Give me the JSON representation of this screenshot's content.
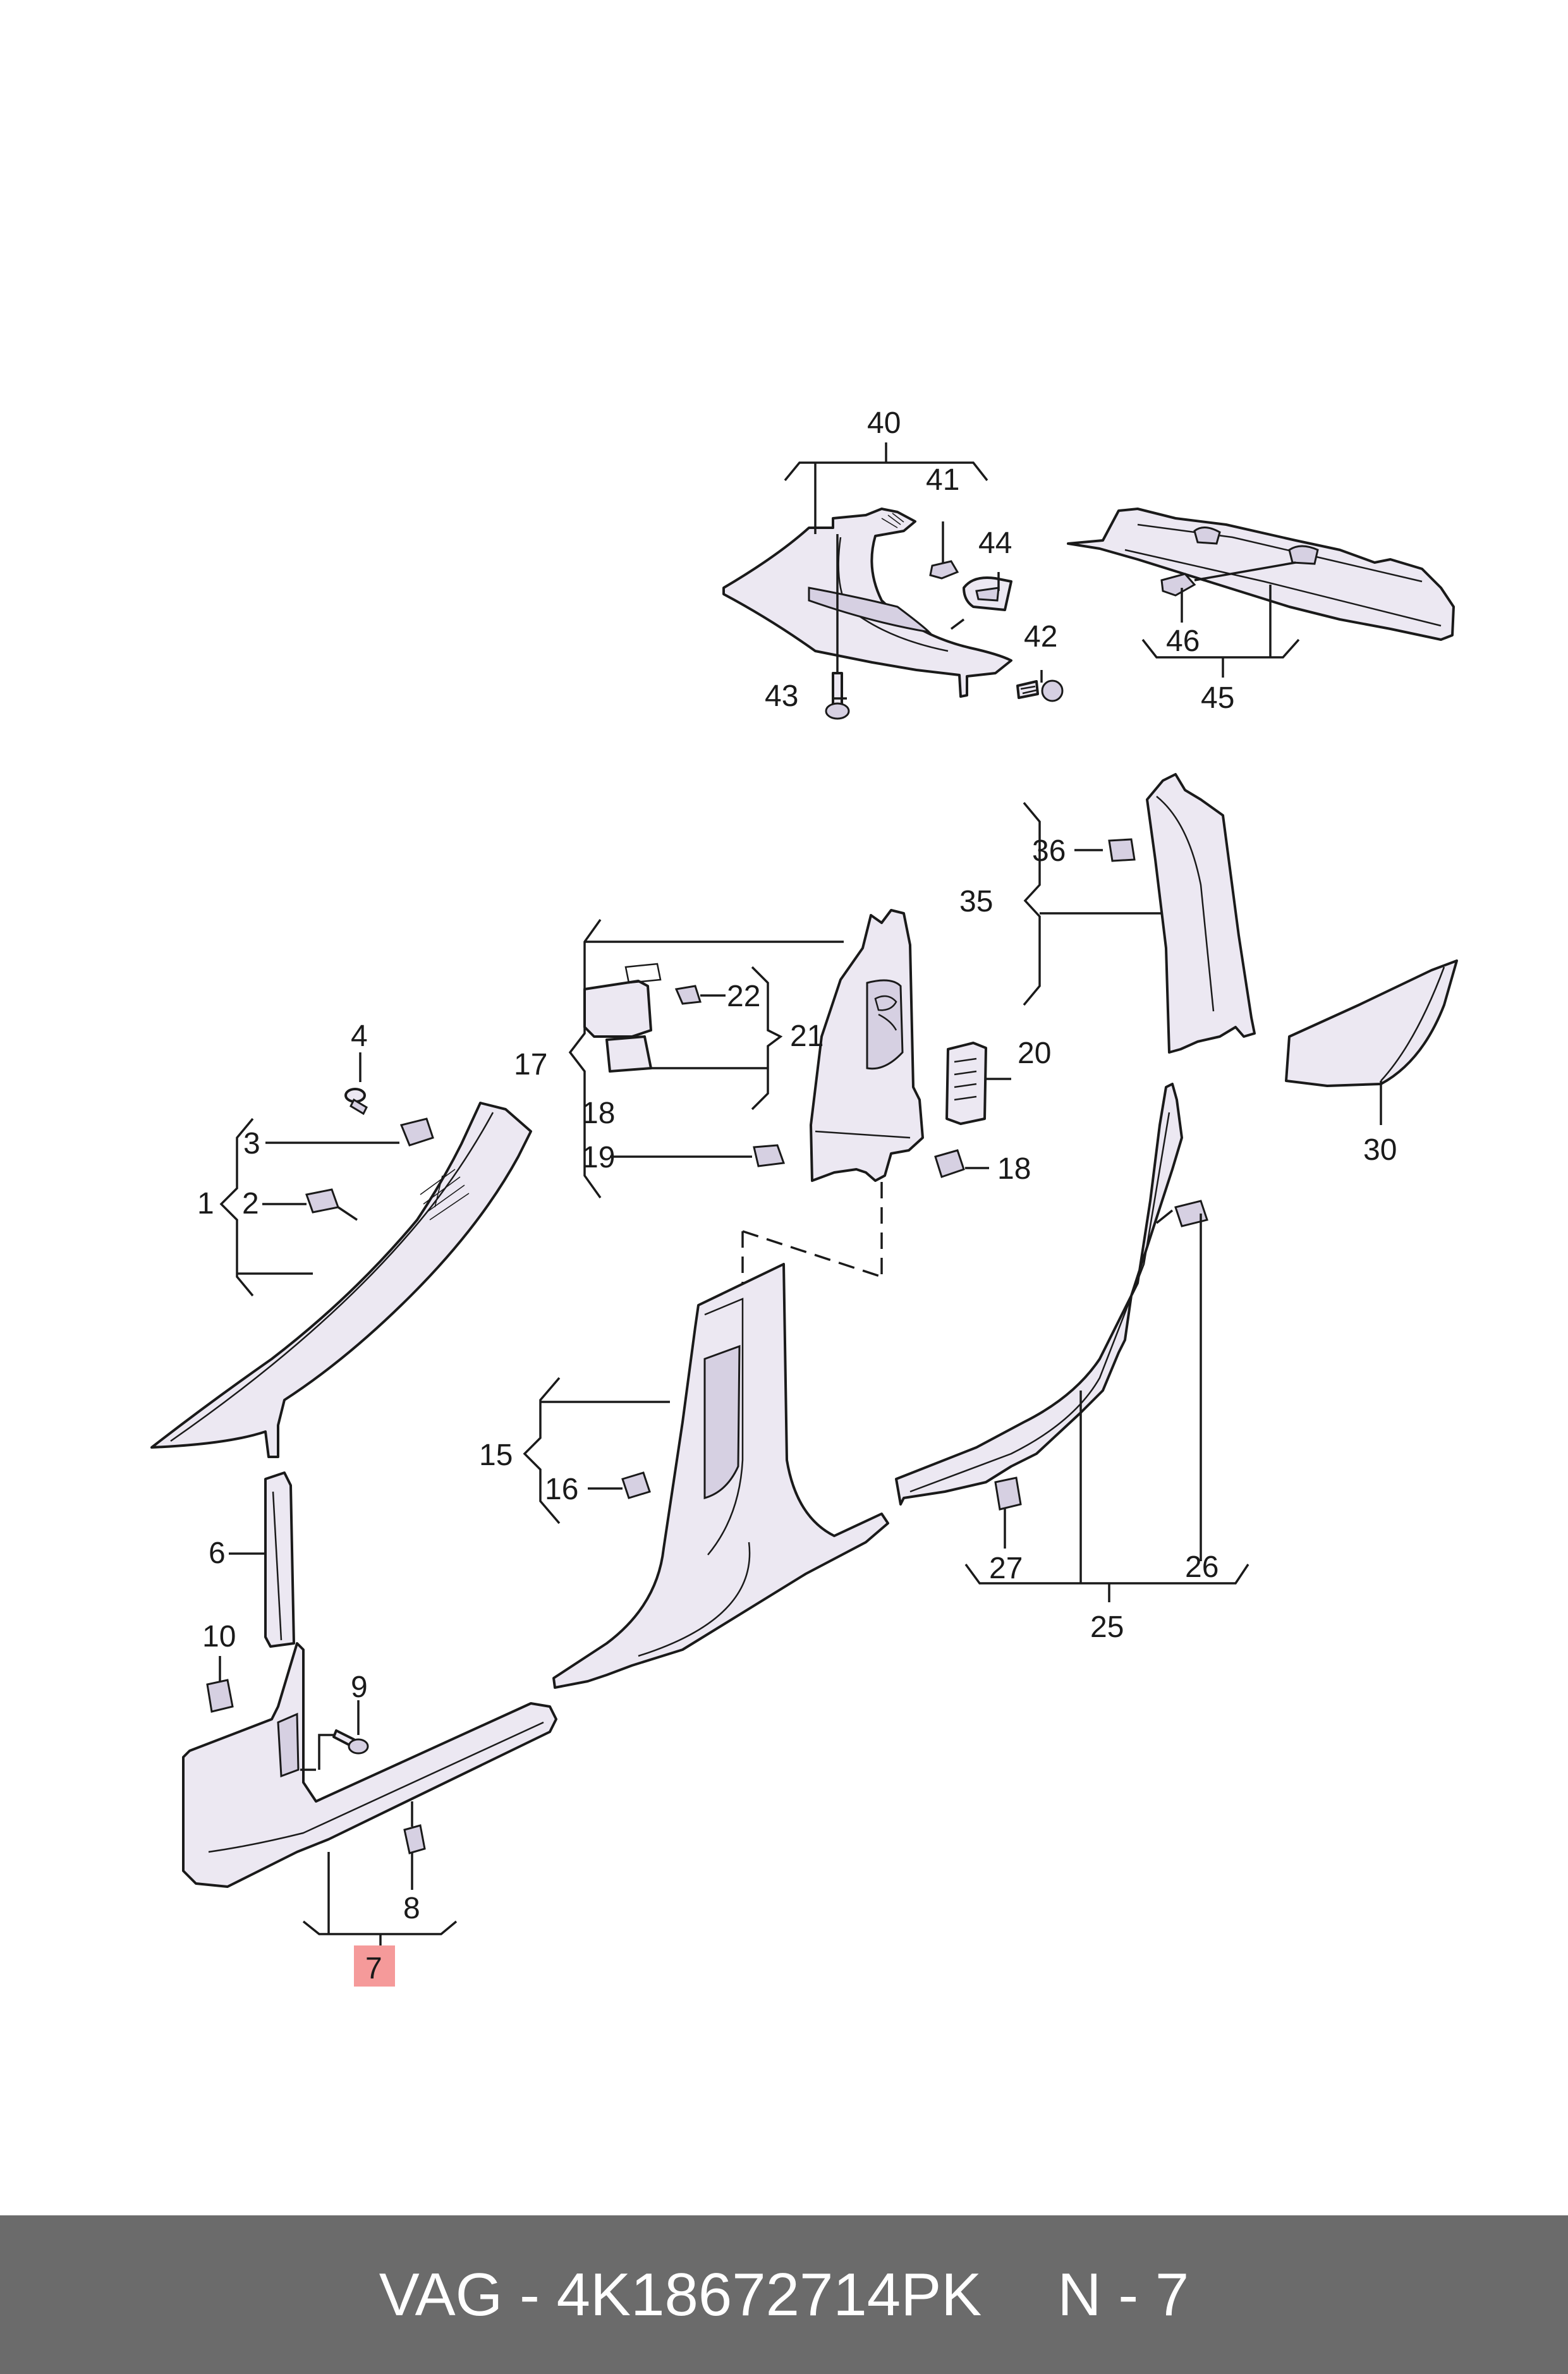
{
  "diagram": {
    "highlight_color": "#f59a9a",
    "callouts": {
      "c1": "1",
      "c2": "2",
      "c3": "3",
      "c4": "4",
      "c6": "6",
      "c7": "7",
      "c8": "8",
      "c9": "9",
      "c10": "10",
      "c15": "15",
      "c16": "16",
      "c17": "17",
      "c18a": "18",
      "c18b": "18",
      "c19": "19",
      "c20": "20",
      "c21": "21",
      "c22": "22",
      "c25": "25",
      "c26": "26",
      "c27": "27",
      "c30": "30",
      "c35": "35",
      "c36": "36",
      "c40": "40",
      "c41": "41",
      "c42": "42",
      "c43": "43",
      "c44": "44",
      "c45": "45",
      "c46": "46"
    }
  },
  "footer": {
    "brand": "VAG",
    "separator": "-",
    "part_number": "4K18672714PK",
    "position": "N - 7",
    "background_color": "#6b6b6b"
  }
}
